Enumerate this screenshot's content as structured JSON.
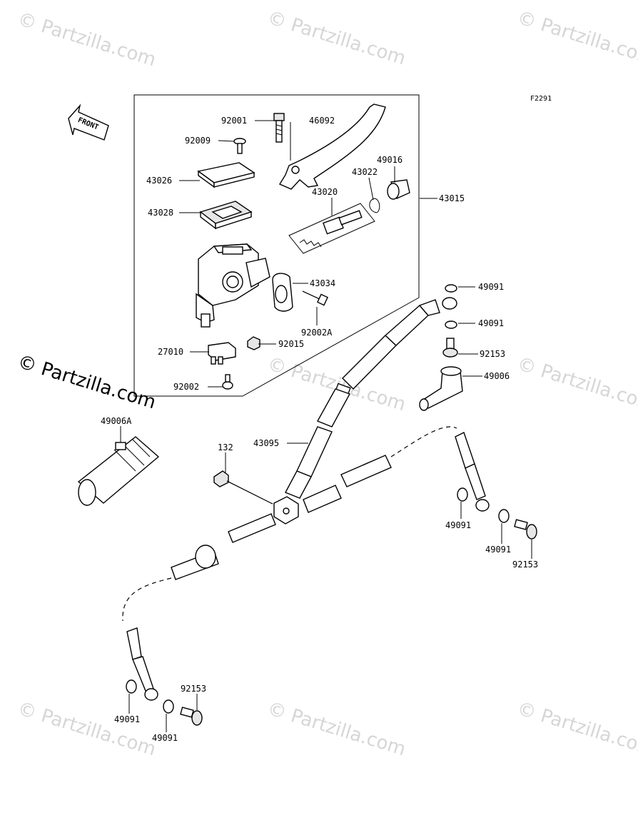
{
  "figure_code": "F2291",
  "front_label": "FRONT",
  "watermark_text": "© Partzilla.com",
  "watermark_big_text": "© Partzilla.com",
  "labels": {
    "p92001": "92001",
    "p46092": "46092",
    "p92009": "92009",
    "p49016": "49016",
    "p43022": "43022",
    "p43026": "43026",
    "p43020": "43020",
    "p43015": "43015",
    "p43028": "43028",
    "p43034": "43034",
    "p92002A": "92002A",
    "p92015": "92015",
    "p27010": "27010",
    "p92002": "92002",
    "p49091_a": "49091",
    "p49091_b": "49091",
    "p92153_a": "92153",
    "p49006": "49006",
    "p49006A": "49006A",
    "p132": "132",
    "p43095": "43095",
    "p49091_c": "49091",
    "p49091_d": "49091",
    "p92153_b": "92153",
    "p92153_c": "92153",
    "p49091_e": "49091",
    "p49091_f": "49091"
  }
}
